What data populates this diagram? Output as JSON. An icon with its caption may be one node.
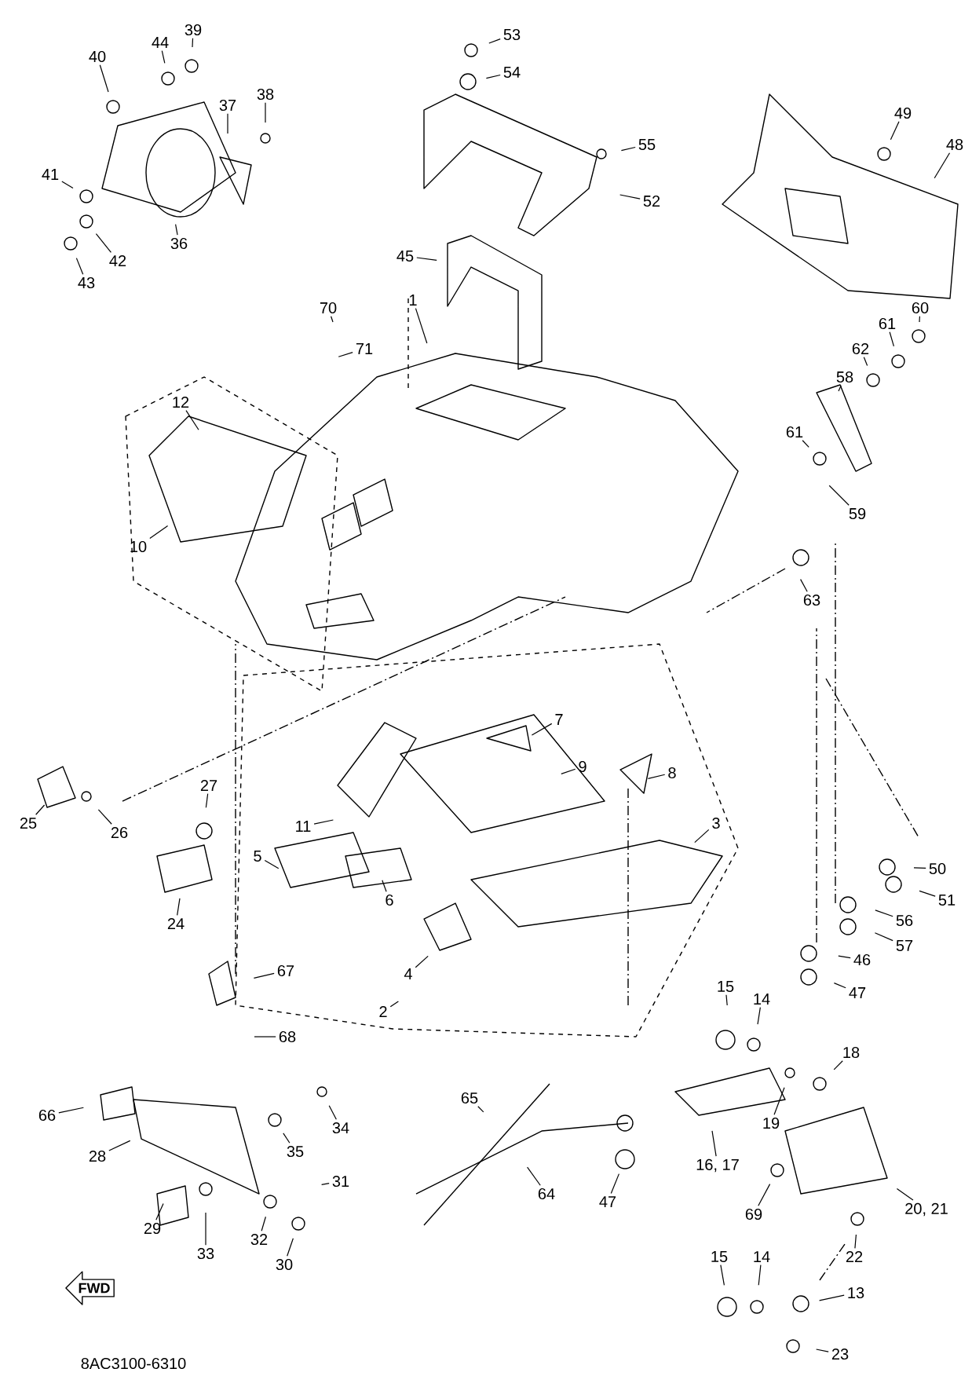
{
  "diagram": {
    "nodes": [
      {
        "text": [
          "40"
        ]
      },
      {
        "text": [
          "44"
        ]
      },
      {
        "text": [
          "39"
        ]
      },
      {
        "text": [
          "38"
        ]
      },
      {
        "text": [
          "37"
        ]
      },
      {
        "text": [
          "41"
        ]
      },
      {
        "text": [
          "42"
        ]
      },
      {
        "text": [
          "43"
        ]
      },
      {
        "text": [
          "36"
        ]
      },
      {
        "text": [
          "53"
        ]
      },
      {
        "text": [
          "54"
        ]
      },
      {
        "text": [
          "55"
        ]
      },
      {
        "text": [
          "52"
        ]
      },
      {
        "text": [
          "49"
        ]
      },
      {
        "text": [
          "48"
        ]
      },
      {
        "text": [
          "45"
        ]
      },
      {
        "text": [
          "70"
        ]
      },
      {
        "text": [
          "71"
        ]
      },
      {
        "text": [
          "1"
        ]
      },
      {
        "text": [
          "12"
        ]
      },
      {
        "text": [
          "10"
        ]
      },
      {
        "text": [
          "60"
        ]
      },
      {
        "text": [
          "61"
        ]
      },
      {
        "text": [
          "62"
        ]
      },
      {
        "text": [
          "58"
        ]
      },
      {
        "text": [
          "61"
        ]
      },
      {
        "text": [
          "59"
        ]
      },
      {
        "text": [
          "63"
        ]
      },
      {
        "text": [
          "7"
        ]
      },
      {
        "text": [
          "8"
        ]
      },
      {
        "text": [
          "9"
        ]
      },
      {
        "text": [
          "11"
        ]
      },
      {
        "text": [
          "3"
        ]
      },
      {
        "text": [
          "5"
        ]
      },
      {
        "text": [
          "6"
        ]
      },
      {
        "text": [
          "4"
        ]
      },
      {
        "text": [
          "2"
        ]
      },
      {
        "text": [
          "25"
        ]
      },
      {
        "text": [
          "26"
        ]
      },
      {
        "text": [
          "27"
        ]
      },
      {
        "text": [
          "24"
        ]
      },
      {
        "text": [
          "50"
        ]
      },
      {
        "text": [
          "51"
        ]
      },
      {
        "text": [
          "56"
        ]
      },
      {
        "text": [
          "57"
        ]
      },
      {
        "text": [
          "46"
        ]
      },
      {
        "text": [
          "47"
        ]
      },
      {
        "text": [
          "67"
        ]
      },
      {
        "text": [
          "68"
        ]
      },
      {
        "text": [
          "15"
        ]
      },
      {
        "text": [
          "14"
        ]
      },
      {
        "text": [
          "18"
        ]
      },
      {
        "text": [
          "19"
        ]
      },
      {
        "text": [
          "16, 17"
        ]
      },
      {
        "text": [
          "65"
        ]
      },
      {
        "text": [
          "64"
        ]
      },
      {
        "text": [
          "47"
        ]
      },
      {
        "text": [
          "20, 21"
        ]
      },
      {
        "text": [
          "69"
        ]
      },
      {
        "text": [
          "22"
        ]
      },
      {
        "text": [
          "66"
        ]
      },
      {
        "text": [
          "28"
        ]
      },
      {
        "text": [
          "34"
        ]
      },
      {
        "text": [
          "35"
        ]
      },
      {
        "text": [
          "31"
        ]
      },
      {
        "text": [
          "29"
        ]
      },
      {
        "text": [
          "33"
        ]
      },
      {
        "text": [
          "32"
        ]
      },
      {
        "text": [
          "30"
        ]
      },
      {
        "text": [
          "15"
        ]
      },
      {
        "text": [
          "14"
        ]
      },
      {
        "text": [
          "13"
        ]
      },
      {
        "text": [
          "23"
        ]
      },
      {
        "text": [
          "FWD"
        ]
      }
    ],
    "edges": [
      {
        "from": 0,
        "to": null,
        "arrow": "none"
      },
      {
        "from": 1,
        "to": null,
        "arrow": "none"
      },
      {
        "from": 2,
        "to": null,
        "arrow": "none"
      },
      {
        "from": 3,
        "to": null,
        "arrow": "none"
      },
      {
        "from": 4,
        "to": null,
        "arrow": "none"
      },
      {
        "from": 5,
        "to": null,
        "arrow": "none"
      },
      {
        "from": 6,
        "to": null,
        "arrow": "none"
      },
      {
        "from": 7,
        "to": null,
        "arrow": "none"
      },
      {
        "from": 8,
        "to": null,
        "arrow": "none"
      },
      {
        "from": 9,
        "to": null,
        "arrow": "none"
      },
      {
        "from": 10,
        "to": null,
        "arrow": "none"
      },
      {
        "from": 11,
        "to": null,
        "arrow": "none"
      },
      {
        "from": 12,
        "to": null,
        "arrow": "none"
      },
      {
        "from": 13,
        "to": null,
        "arrow": "none"
      },
      {
        "from": 14,
        "to": null,
        "arrow": "none"
      },
      {
        "from": 15,
        "to": null,
        "arrow": "none"
      },
      {
        "from": 16,
        "to": null,
        "arrow": "none"
      },
      {
        "from": 17,
        "to": null,
        "arrow": "none"
      },
      {
        "from": 18,
        "to": null,
        "arrow": "none"
      },
      {
        "from": 19,
        "to": null,
        "arrow": "none"
      },
      {
        "from": 20,
        "to": null,
        "arrow": "none"
      },
      {
        "from": 21,
        "to": null,
        "arrow": "none"
      },
      {
        "from": 22,
        "to": null,
        "arrow": "none"
      },
      {
        "from": 23,
        "to": null,
        "arrow": "none"
      },
      {
        "from": 24,
        "to": null,
        "arrow": "none"
      },
      {
        "from": 25,
        "to": null,
        "arrow": "none"
      },
      {
        "from": 26,
        "to": null,
        "arrow": "none"
      },
      {
        "from": 27,
        "to": null,
        "arrow": "none"
      },
      {
        "from": 28,
        "to": null,
        "arrow": "none"
      },
      {
        "from": 29,
        "to": null,
        "arrow": "none"
      },
      {
        "from": 30,
        "to": null,
        "arrow": "none"
      },
      {
        "from": 31,
        "to": null,
        "arrow": "none"
      },
      {
        "from": 32,
        "to": null,
        "arrow": "none"
      },
      {
        "from": 33,
        "to": null,
        "arrow": "none"
      },
      {
        "from": 34,
        "to": null,
        "arrow": "none"
      },
      {
        "from": 35,
        "to": null,
        "arrow": "none"
      },
      {
        "from": 36,
        "to": null,
        "arrow": "none"
      },
      {
        "from": 37,
        "to": null,
        "arrow": "none"
      },
      {
        "from": 38,
        "to": null,
        "arrow": "none"
      },
      {
        "from": 39,
        "to": null,
        "arrow": "none"
      },
      {
        "from": 40,
        "to": null,
        "arrow": "none"
      },
      {
        "from": 41,
        "to": null,
        "arrow": "none"
      },
      {
        "from": 42,
        "to": null,
        "arrow": "none"
      },
      {
        "from": 43,
        "to": null,
        "arrow": "none"
      },
      {
        "from": 44,
        "to": null,
        "arrow": "none"
      },
      {
        "from": 45,
        "to": null,
        "arrow": "none"
      },
      {
        "from": 46,
        "to": null,
        "arrow": "none"
      },
      {
        "from": 47,
        "to": null,
        "arrow": "none"
      },
      {
        "from": 48,
        "to": null,
        "arrow": "none"
      },
      {
        "from": 49,
        "to": null,
        "arrow": "none"
      },
      {
        "from": 50,
        "to": null,
        "arrow": "none"
      },
      {
        "from": 51,
        "to": null,
        "arrow": "none"
      },
      {
        "from": 52,
        "to": null,
        "arrow": "none"
      },
      {
        "from": 53,
        "to": null,
        "arrow": "none"
      },
      {
        "from": 54,
        "to": null,
        "arrow": "none"
      },
      {
        "from": 55,
        "to": null,
        "arrow": "none"
      },
      {
        "from": 56,
        "to": null,
        "arrow": "none"
      },
      {
        "from": 57,
        "to": null,
        "arrow": "none"
      },
      {
        "from": 58,
        "to": null,
        "arrow": "none"
      },
      {
        "from": 59,
        "to": null,
        "arrow": "none"
      },
      {
        "from": 60,
        "to": null,
        "arrow": "none"
      },
      {
        "from": 61,
        "to": null,
        "arrow": "none"
      },
      {
        "from": 62,
        "to": null,
        "arrow": "none"
      },
      {
        "from": 63,
        "to": null,
        "arrow": "none"
      },
      {
        "from": 64,
        "to": null,
        "arrow": "none"
      },
      {
        "from": 65,
        "to": null,
        "arrow": "none"
      },
      {
        "from": 66,
        "to": null,
        "arrow": "none"
      },
      {
        "from": 67,
        "to": null,
        "arrow": "none"
      },
      {
        "from": 68,
        "to": null,
        "arrow": "none"
      },
      {
        "from": 69,
        "to": null,
        "arrow": "none"
      },
      {
        "from": 70,
        "to": null,
        "arrow": "none"
      },
      {
        "from": 71,
        "to": null,
        "arrow": "none"
      },
      {
        "from": 72,
        "to": null,
        "arrow": "none"
      }
    ],
    "labels": [
      "8AC3100-6310"
    ]
  }
}
